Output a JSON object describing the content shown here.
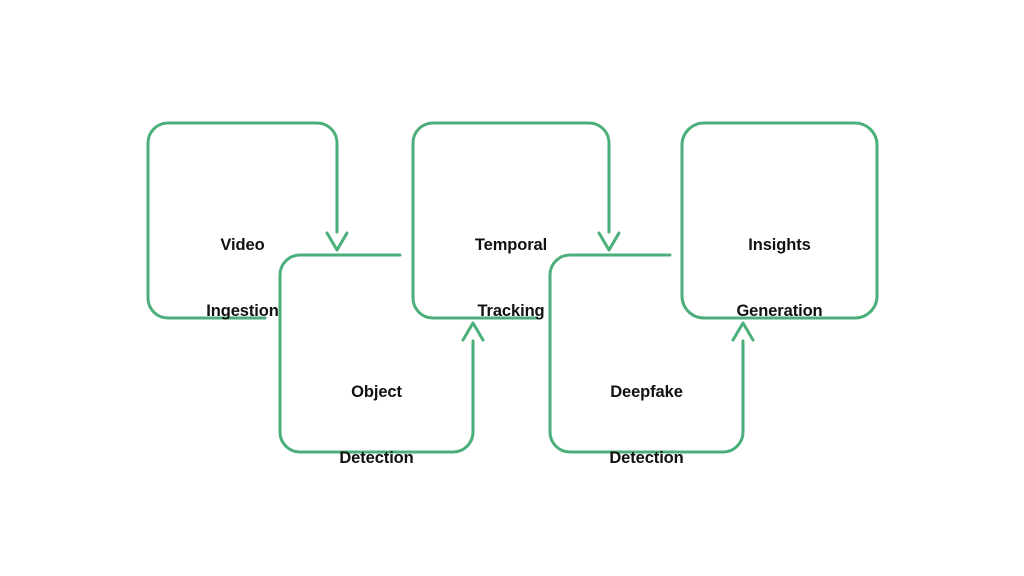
{
  "diagram": {
    "type": "flowchart",
    "orientation": "zigzag-horizontal",
    "background_color": "#ffffff",
    "stroke_color": "#4CAF7B",
    "text_color": "#111111",
    "stroke_width": 3,
    "nodes": [
      {
        "id": "video-ingestion",
        "line1": "Video",
        "line2": "Ingestion",
        "row": "top",
        "order": 1
      },
      {
        "id": "object-detection",
        "line1": "Object",
        "line2": "Detection",
        "row": "bottom",
        "order": 2
      },
      {
        "id": "temporal-tracking",
        "line1": "Temporal",
        "line2": "Tracking",
        "row": "top",
        "order": 3
      },
      {
        "id": "deepfake-detection",
        "line1": "Deepfake",
        "line2": "Detection",
        "row": "bottom",
        "order": 4
      },
      {
        "id": "insights-generation",
        "line1": "Insights",
        "line2": "Generation",
        "row": "top",
        "order": 5
      }
    ],
    "connectors": [
      {
        "id": "video-ingestion-to-object-detection",
        "from": "video-ingestion",
        "to": "object-detection",
        "direction": "down"
      },
      {
        "id": "object-detection-to-temporal-tracking",
        "from": "object-detection",
        "to": "temporal-tracking",
        "direction": "up"
      },
      {
        "id": "temporal-tracking-to-deepfake-detection",
        "from": "temporal-tracking",
        "to": "deepfake-detection",
        "direction": "down"
      },
      {
        "id": "deepfake-detection-to-insights-generation",
        "from": "deepfake-detection",
        "to": "insights-generation",
        "direction": "up"
      }
    ]
  }
}
